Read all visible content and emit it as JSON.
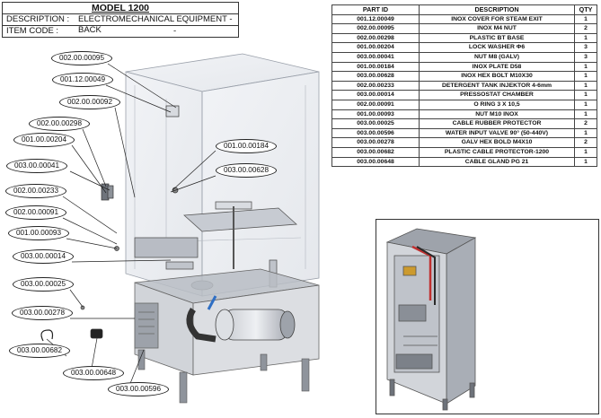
{
  "header": {
    "model": "MODEL 1200",
    "description_label": "DESCRIPTION :",
    "description_value": "ELECTROMECHANICAL EQUIPMENT -BACK",
    "item_code_label": "ITEM CODE :",
    "item_code_value": "-"
  },
  "parts_table": {
    "columns": [
      "PART ID",
      "DESCRIPTION",
      "QTY"
    ],
    "rows": [
      {
        "id": "001.12.00049",
        "desc": "INOX COVER FOR STEAM EXIT",
        "qty": "1"
      },
      {
        "id": "002.00.00095",
        "desc": "INOX M4 NUT",
        "qty": "2"
      },
      {
        "id": "002.00.00298",
        "desc": "PLASTIC BT BASE",
        "qty": "1"
      },
      {
        "id": "001.00.00204",
        "desc": "LOCK WASHER Φ6",
        "qty": "3"
      },
      {
        "id": "003.00.00041",
        "desc": "NUT M8 (GALV)",
        "qty": "3"
      },
      {
        "id": "001.00.00184",
        "desc": "INOX PLATE D58",
        "qty": "1"
      },
      {
        "id": "003.00.00628",
        "desc": "INOX HEX BOLT M10X30",
        "qty": "1"
      },
      {
        "id": "002.00.00233",
        "desc": "DETERGENT  TANK  INJEKTOR 4-6mm",
        "qty": "1"
      },
      {
        "id": "003.00.00014",
        "desc": "PRESSOSTAT CHAMBER",
        "qty": "1"
      },
      {
        "id": "002.00.00091",
        "desc": "O RING 3 X 10,5",
        "qty": "1"
      },
      {
        "id": "001.00.00093",
        "desc": "NUT M10 INOX",
        "qty": "1"
      },
      {
        "id": "003.00.00025",
        "desc": "CABLE RUBBER PROTECTOR",
        "qty": "2"
      },
      {
        "id": "003.00.00596",
        "desc": "WATER INPUT VALVE 90° (50-440V)",
        "qty": "1"
      },
      {
        "id": "003.00.00278",
        "desc": "GALV HEX BOLD M4X10",
        "qty": "2"
      },
      {
        "id": "003.00.00682",
        "desc": "PLASTIC CABLE PROTECTOR-1200",
        "qty": "1"
      },
      {
        "id": "003.00.00648",
        "desc": "CABLE GLAND PG 21",
        "qty": "1"
      }
    ]
  },
  "callouts": {
    "c1": "002.00.00095",
    "c2": "001.12.00049",
    "c3": "002.00.00092",
    "c4": "002.00.00298",
    "c5": "001.00.00204",
    "c6": "003.00.00041",
    "c7": "002.00.00233",
    "c8": "002.00.00091",
    "c9": "001.00.00093",
    "c10": "003.00.00014",
    "c11": "003.00.00025",
    "c12": "003.00.00278",
    "c13": "003.00.00682",
    "c14": "003.00.00648",
    "c15": "003.00.00596",
    "c16": "001.00.00184",
    "c17": "003.00.00628"
  }
}
